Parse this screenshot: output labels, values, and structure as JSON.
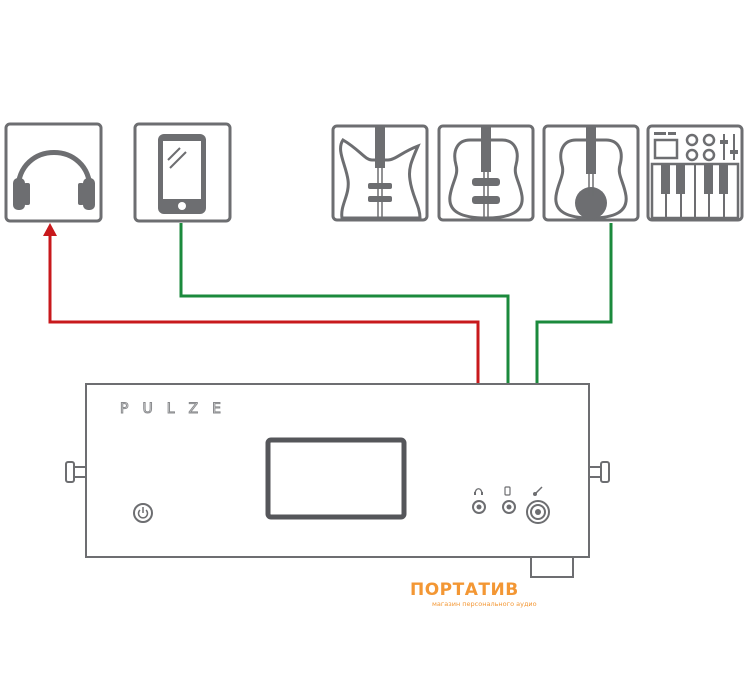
{
  "device": {
    "brand_logo": "PULZE"
  },
  "watermark": {
    "name": "ПОРТАТИВ",
    "tagline": "магазин персонального аудио",
    "accent": "#f28c1f"
  },
  "connections": {
    "output_color": "#c8191c",
    "input_color": "#1b8a3c"
  },
  "icons": {
    "headphones": "headphones-icon",
    "phone": "smartphone-icon",
    "electric_guitar": "electric-guitar-icon",
    "acoustic_guitar": "acoustic-guitar-icon",
    "classical_guitar": "classical-guitar-icon",
    "synth": "synthesizer-icon",
    "power": "power-icon"
  }
}
